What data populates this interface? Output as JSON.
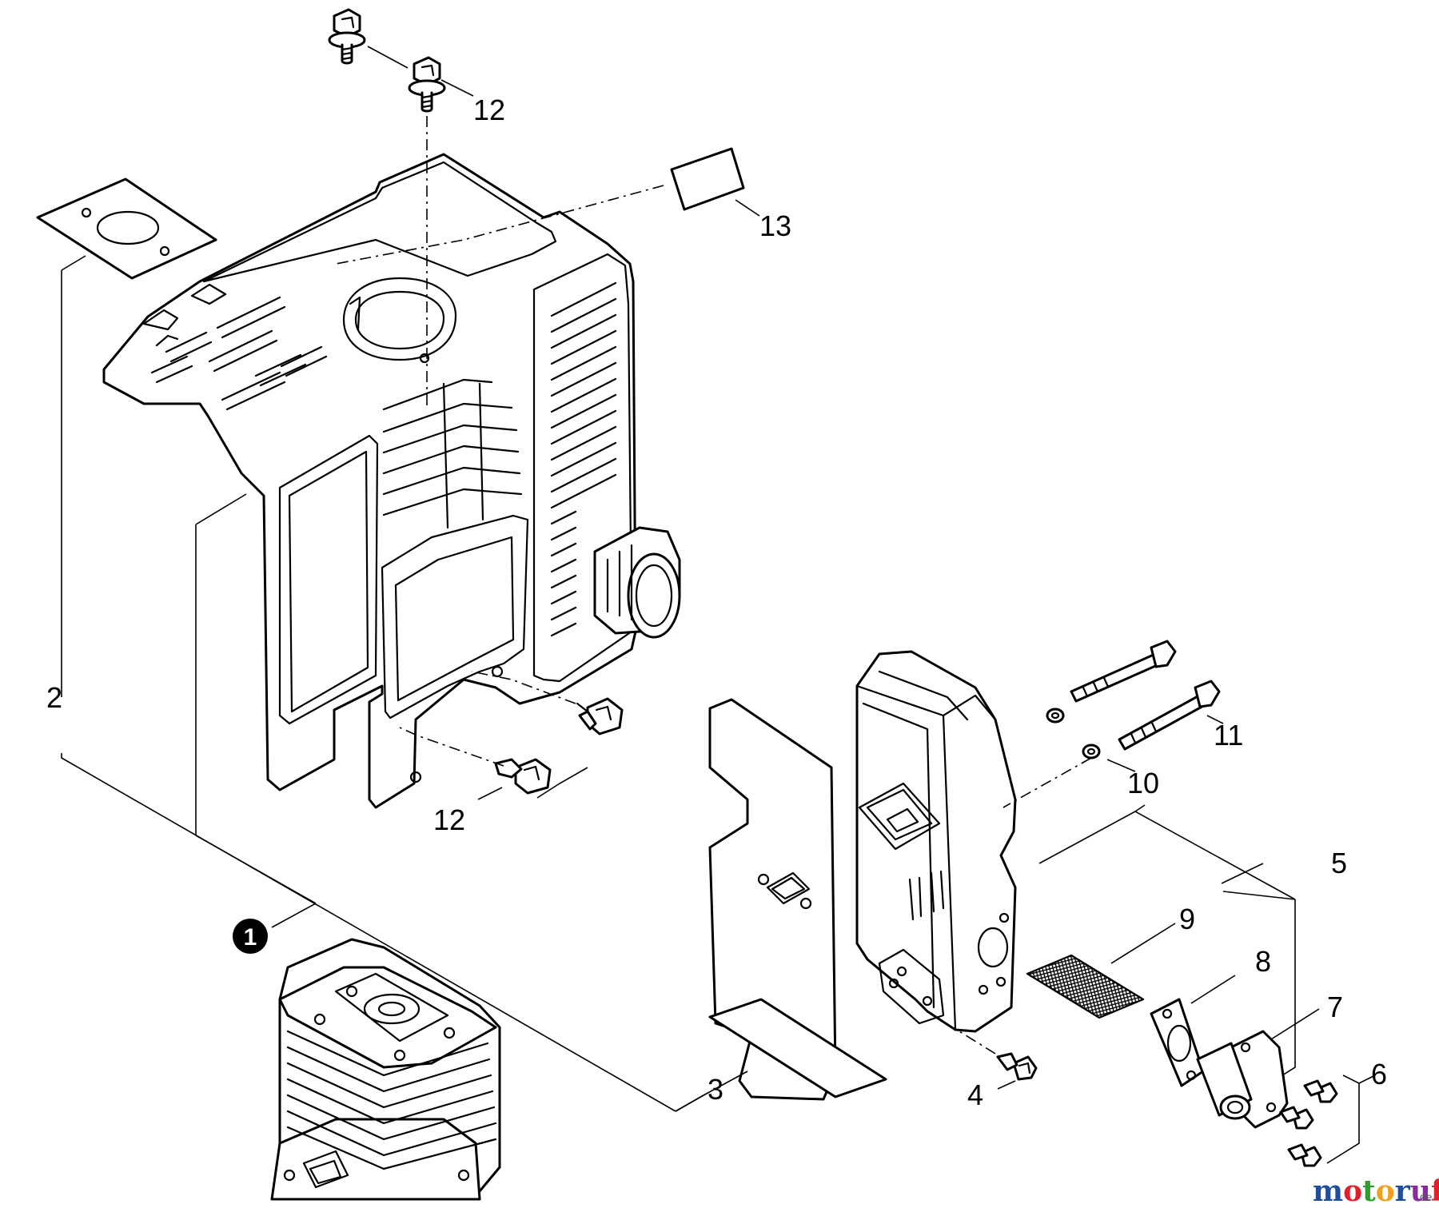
{
  "callouts": {
    "c1": "1",
    "c2": "2",
    "c3": "3",
    "c4": "4",
    "c5": "5",
    "c6": "6",
    "c7": "7",
    "c8": "8",
    "c9": "9",
    "c10": "10",
    "c11": "11",
    "c12_top": "12",
    "c12_mid": "12",
    "c13": "13"
  },
  "watermark": {
    "letters": [
      "m",
      "o",
      "t",
      "o",
      "r",
      "u",
      "f"
    ],
    "suffix": ".de"
  },
  "icons": [
    "screw-icon",
    "bolt-icon",
    "washer-icon",
    "gasket-icon",
    "mesh-screen-icon"
  ],
  "colors": {
    "line": "#000000",
    "background": "#ffffff",
    "logo": [
      "#1f4e9c",
      "#e0202a",
      "#2aa02a",
      "#f0a020",
      "#1f4e9c",
      "#8a2aa0",
      "#e0202a"
    ]
  }
}
